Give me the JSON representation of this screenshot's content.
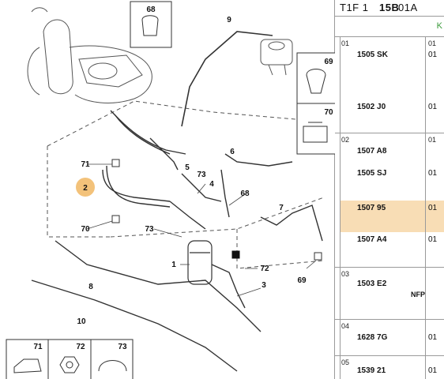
{
  "reference": {
    "part1": "T1F 1",
    "part2": "15B",
    "part3": "01A"
  },
  "subheader": "K",
  "callouts": {
    "c68_top": "68",
    "c9": "9",
    "c69_right": "69",
    "c70_right": "70",
    "c71": "71",
    "c2": "2",
    "c5": "5",
    "c73_a": "73",
    "c4": "4",
    "c6": "6",
    "c68_mid": "68",
    "c7": "7",
    "c70_left": "70",
    "c73_b": "73",
    "c1": "1",
    "c72": "72",
    "c3": "3",
    "c69_bottom": "69",
    "c8": "8",
    "c10": "10"
  },
  "legend": [
    {
      "number": "71"
    },
    {
      "number": "72"
    },
    {
      "number": "73"
    }
  ],
  "groups": [
    "01",
    "02",
    "03",
    "04",
    "05"
  ],
  "parts": [
    {
      "group_col": "01",
      "ref": "1505 SK",
      "qty": "01"
    },
    {
      "ref": "1502 J0",
      "qty": "01"
    },
    {
      "group_col": "01",
      "ref": "1507 A8",
      "qty": ""
    },
    {
      "ref": "1505 SJ",
      "qty": "01"
    },
    {
      "ref": "1507 95",
      "qty": "01",
      "highlight": true
    },
    {
      "ref": "1507 A4",
      "qty": "01"
    },
    {
      "ref": "1503 E2",
      "qty": "",
      "note": "NFP"
    },
    {
      "ref": "1628 7G",
      "qty": "01"
    },
    {
      "ref": "1539 21",
      "qty": "01"
    }
  ],
  "colors": {
    "highlight": "#f8ddb5",
    "callout2": "#f3c27a",
    "line": "#3a3a3a",
    "grid": "#9a9a9a"
  }
}
